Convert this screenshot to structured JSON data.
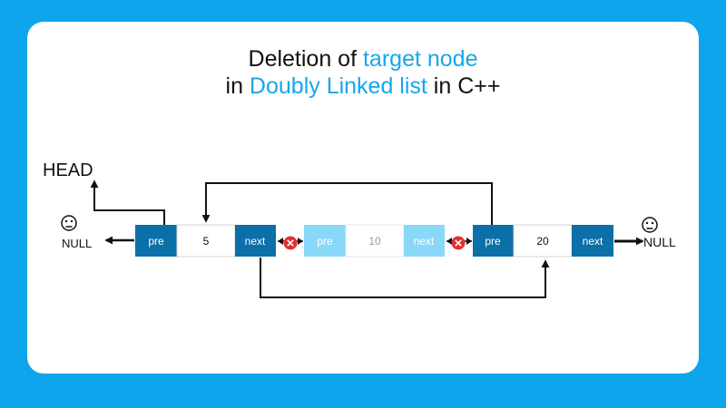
{
  "title": {
    "line1_prefix": "Deletion of ",
    "line1_highlight": "target node",
    "line2_prefix": "in ",
    "line2_highlight": "Doubly Linked list",
    "line2_suffix": " in C++"
  },
  "labels": {
    "head": "HEAD",
    "null_left": "NULL",
    "null_right": "NULL"
  },
  "nodes": [
    {
      "pre": "pre",
      "value": "5",
      "next": "next",
      "deleted": false
    },
    {
      "pre": "pre",
      "value": "10",
      "next": "next",
      "deleted": true
    },
    {
      "pre": "pre",
      "value": "20",
      "next": "next",
      "deleted": false
    }
  ],
  "colors": {
    "background": "#0ea5ec",
    "highlight": "#16a6ea",
    "node_dark": "#0b6fa8",
    "node_light": "#8ad8f8",
    "broken_link": "#e5302f"
  },
  "icons": {
    "null_left": "neutral-face-icon",
    "null_right": "neutral-face-icon",
    "broken_links": "red-x-icon"
  }
}
